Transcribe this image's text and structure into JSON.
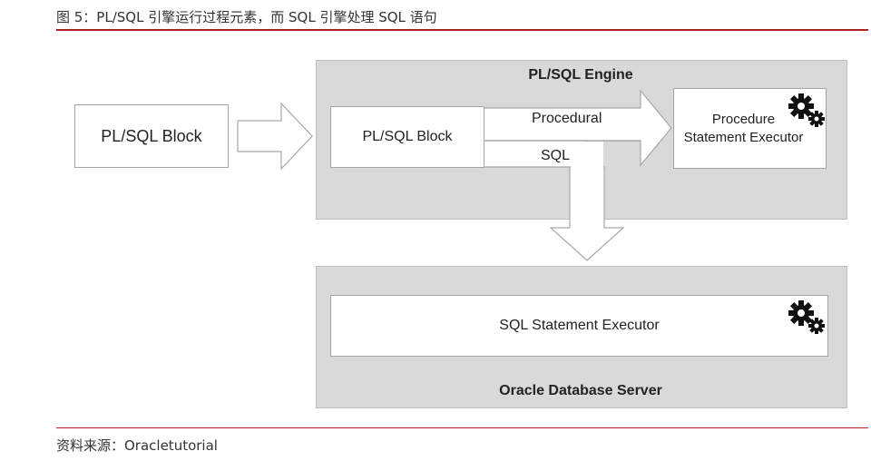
{
  "figure": {
    "title": "图 5：PL/SQL 引擎运行过程元素，而 SQL 引擎处理 SQL 语句",
    "source": "资料来源：Oracletutorial"
  },
  "diagram": {
    "outer_block_label": "PL/SQL Block",
    "engine": {
      "title": "PL/SQL Engine",
      "block_label": "PL/SQL Block",
      "procedural_label": "Procedural",
      "sql_label": "SQL",
      "procedure_executor_line1": "Procedure",
      "procedure_executor_line2": "Statement Executor",
      "procedure_executor_icon": "gears-icon"
    },
    "server": {
      "title": "Oracle Database Server",
      "sql_executor_label": "SQL Statement Executor",
      "sql_executor_icon": "gears-icon"
    }
  },
  "colors": {
    "accent_rule": "#b22222",
    "panel": "#d9d9d9"
  }
}
